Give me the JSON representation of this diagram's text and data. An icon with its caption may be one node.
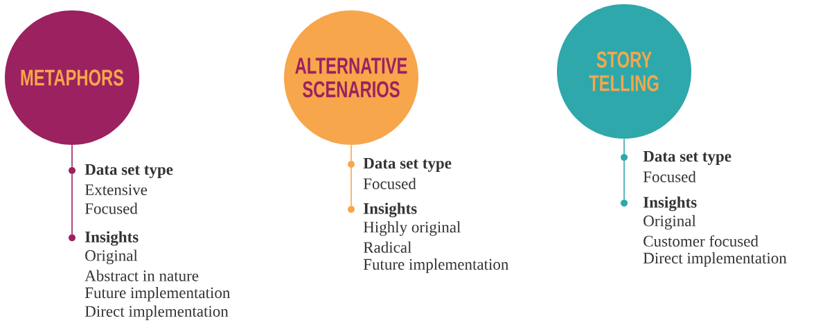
{
  "diagram": {
    "nodes": [
      {
        "text": [
          "METAPHORS"
        ]
      },
      {
        "text": [],
        "shape": "circle",
        "beside": [
          "Data set type",
          "Extensive",
          "Focused"
        ]
      },
      {
        "text": [],
        "shape": "circle",
        "beside": [
          "Insights",
          "Original",
          "Abstract in nature",
          "Future implementation",
          "Direct implementation"
        ]
      },
      {
        "text": [
          "ALTERNATIVE SCENARIOS"
        ]
      },
      {
        "text": [],
        "shape": "circle",
        "beside": [
          "Data set type",
          "Focused"
        ]
      },
      {
        "text": [],
        "shape": "circle",
        "beside": [
          "Insights",
          "Highly original",
          "Radical",
          "Future implementation"
        ]
      },
      {
        "text": [
          "STORY TELLING"
        ]
      },
      {
        "text": [],
        "shape": "circle",
        "beside": [
          "Data set type",
          "Focused"
        ]
      },
      {
        "text": [],
        "shape": "circle",
        "beside": [
          "Insights",
          "Original",
          "Customer focused",
          "Direct implementation"
        ]
      }
    ],
    "edges": [
      {
        "from": 0,
        "to": 1,
        "arrow": "none",
        "color": "#9b2160"
      },
      {
        "from": 1,
        "to": 2,
        "arrow": "none",
        "color": "#9b2160"
      },
      {
        "from": 3,
        "to": 4,
        "arrow": "none",
        "color": "#f7a64b"
      },
      {
        "from": 4,
        "to": 5,
        "arrow": "none",
        "color": "#f7a64b"
      },
      {
        "from": 6,
        "to": 7,
        "arrow": "none",
        "color": "#2ea8ab"
      },
      {
        "from": 7,
        "to": 8,
        "arrow": "none",
        "color": "#2ea8ab"
      }
    ]
  }
}
